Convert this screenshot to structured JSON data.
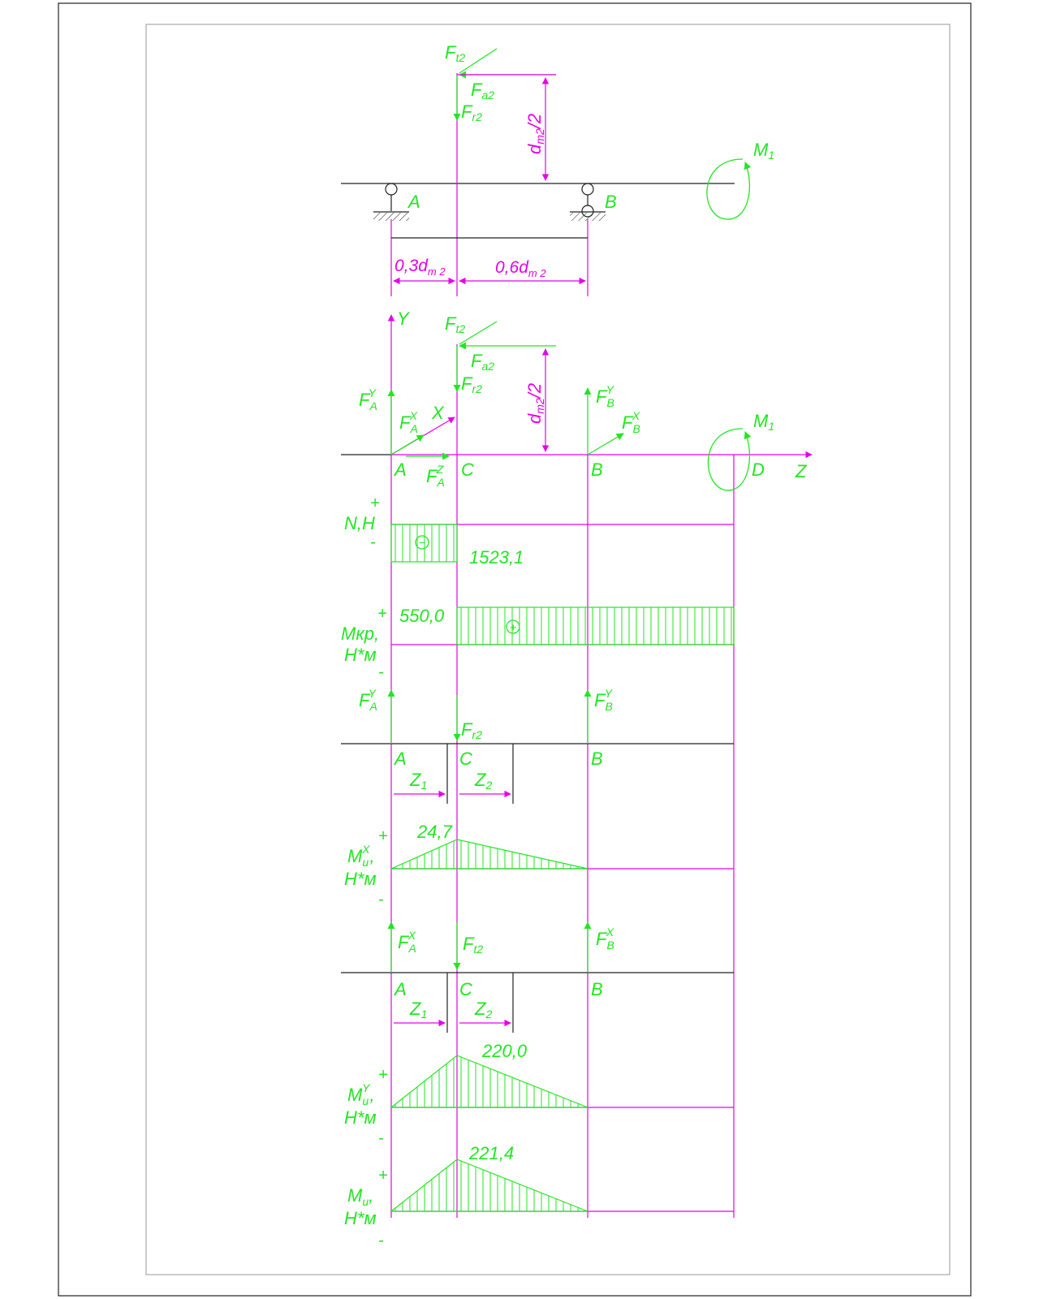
{
  "colors": {
    "force": "#22e622",
    "dimension": "#e600e6",
    "frame": "#222222",
    "background": "#ffffff"
  },
  "scheme": {
    "forces": {
      "ft2": "F",
      "ft2_sub": "t2",
      "fa2": "F",
      "fa2_sub": "a2",
      "fr2": "F",
      "fr2_sub": "r2"
    },
    "dm2_half": "d",
    "dm2_half_rest": "/2",
    "dm2_sub": "m2",
    "moment": "M",
    "moment_sub": "1",
    "support_a": "A",
    "support_b": "B",
    "dim_left": "0,3d",
    "dim_left_sub": "m 2",
    "dim_right": "0,6d",
    "dim_right_sub": "m 2"
  },
  "calc": {
    "axis_y": "Y",
    "axis_x": "X",
    "axis_z": "Z",
    "fa_y": "F",
    "fa_y_sub": "A",
    "fa_y_sup": "Y",
    "fa_x": "F",
    "fa_x_sub": "A",
    "fa_x_sup": "X",
    "fa_z": "F",
    "fa_z_sub": "A",
    "fa_z_sup": "Z",
    "fb_y": "F",
    "fb_y_sub": "B",
    "fb_y_sup": "Y",
    "fb_x": "F",
    "fb_x_sub": "B",
    "fb_x_sup": "X",
    "point_a": "A",
    "point_c": "C",
    "point_b": "B",
    "point_d": "D"
  },
  "plots": {
    "normal": {
      "label": "N,H",
      "value": "1523,1",
      "plus": "+",
      "minus": "-",
      "sign": "−"
    },
    "torque": {
      "label_1": "Мкр,",
      "label_2": "Н*м",
      "value": "550,0",
      "plus": "+",
      "minus": "-",
      "sign": "+"
    },
    "mx": {
      "label_1": "M",
      "label_sub": "u",
      "label_sup": "X",
      "label_comma": ",",
      "label_2": "Н*м",
      "value": "24,7",
      "plus": "+",
      "minus": "-"
    },
    "my": {
      "label_1": "M",
      "label_sub": "u",
      "label_sup": "Y",
      "label_comma": ",",
      "label_2": "Н*м",
      "value": "220,0",
      "plus": "+",
      "minus": "-"
    },
    "mu": {
      "label_1": "M",
      "label_sub": "u",
      "label_comma": ",",
      "label_2": "Н*м",
      "value": "221,4",
      "plus": "+",
      "minus": "-"
    }
  },
  "vertical_plane": {
    "fa_y": "F",
    "fa_y_sub": "A",
    "fa_y_sup": "Y",
    "fb_y": "F",
    "fb_y_sub": "B",
    "fb_y_sup": "Y",
    "fr2": "F",
    "fr2_sub": "r2",
    "point_a": "A",
    "point_c": "C",
    "point_b": "B",
    "z1": "Z",
    "z1_sub": "1",
    "z2": "Z",
    "z2_sub": "2"
  },
  "horizontal_plane": {
    "fa_x": "F",
    "fa_x_sub": "A",
    "fa_x_sup": "X",
    "fb_x": "F",
    "fb_x_sub": "B",
    "fb_x_sup": "X",
    "ft2": "F",
    "ft2_sub": "t2",
    "point_a": "A",
    "point_c": "C",
    "point_b": "B",
    "z1": "Z",
    "z1_sub": "1",
    "z2": "Z",
    "z2_sub": "2"
  }
}
